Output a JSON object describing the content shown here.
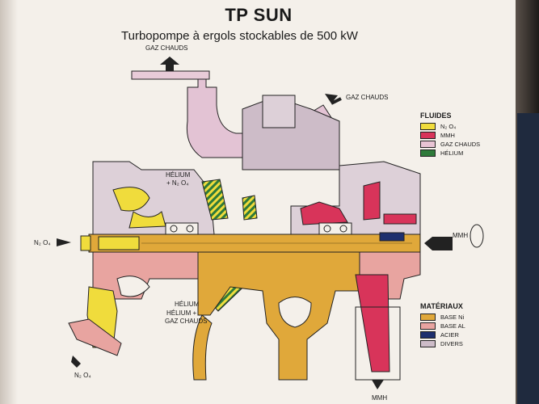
{
  "title": "TP SUN",
  "subtitle": "Turbopompe à ergols stockables de 500 kW",
  "labels": {
    "gaz_chauds_top": "GAZ CHAUDS",
    "gaz_chauds_right": "GAZ CHAUDS",
    "helium_n2o4_line1": "HÉLIUM",
    "helium_n2o4_line2": "+ N₂ O₄",
    "n2o4_left": "N₂ O₄",
    "mmh_right": "MMH",
    "helium_mix_line1": "HÉLIUM",
    "helium_mix_line2": "HÉLIUM +",
    "helium_mix_line3": "GAZ CHAUDS",
    "n2o4_bottom": "N₂ O₄",
    "mmh_bottom": "MMH"
  },
  "legend_fluides": {
    "title": "FLUIDES",
    "items": [
      {
        "label": "N₂ O₄",
        "color": "#f0dc3c"
      },
      {
        "label": "MMH",
        "color": "#d8345a"
      },
      {
        "label": "GAZ CHAUDS",
        "color": "#e8c4d4"
      },
      {
        "label": "HÉLIUM",
        "color": "#2e7a3a"
      }
    ]
  },
  "legend_materiaux": {
    "title": "MATÉRIAUX",
    "items": [
      {
        "label": "BASE Ni",
        "color": "#e0a83a"
      },
      {
        "label": "BASE AL",
        "color": "#e8a4a0"
      },
      {
        "label": "ACIER",
        "color": "#1e2f6e"
      },
      {
        "label": "DIVERS",
        "color": "#cdbcc8"
      }
    ]
  }
}
